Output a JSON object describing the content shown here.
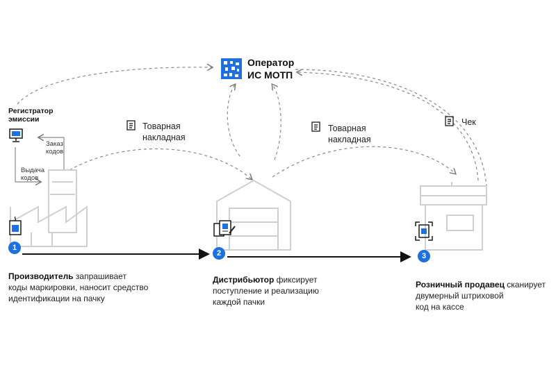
{
  "operator": {
    "line1": "Оператор",
    "line2": "ИС МОТП"
  },
  "registrar": {
    "line1": "Регистратор",
    "line2": "эмиссии"
  },
  "arrows": {
    "order_codes": [
      "Заказ",
      "кодов"
    ],
    "issue_codes": [
      "Выдача",
      "кодов"
    ]
  },
  "documents": {
    "invoice_1": [
      "Товарная",
      "накладная"
    ],
    "invoice_2": [
      "Товарная",
      "накладная"
    ],
    "receipt": "Чек"
  },
  "steps": [
    {
      "number": "1",
      "actor": "Производитель",
      "text_1": " запрашивает",
      "text_2": "коды маркировки, наносит средство",
      "text_3": "идентификации на пачку"
    },
    {
      "number": "2",
      "actor": "Дистрибьютор",
      "text_1": " фиксирует",
      "text_2": "поступление и реализацию",
      "text_3": "каждой пачки"
    },
    {
      "number": "3",
      "actor": "Розничный продавец",
      "text_1": " сканирует",
      "text_2": "двумерный штриховой",
      "text_3": "код на кассе"
    }
  ],
  "colors": {
    "accent": "#1e6fe0",
    "line": "#777777",
    "building": "#cfcfcf"
  }
}
